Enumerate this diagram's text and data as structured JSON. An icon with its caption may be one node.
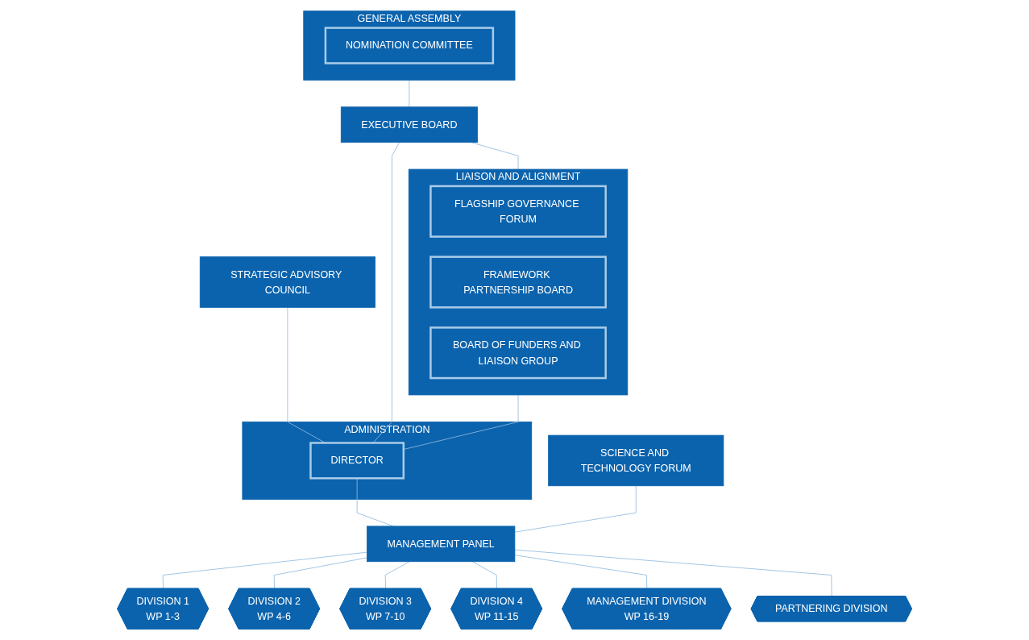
{
  "diagram": {
    "nodes": [
      {
        "text": [
          "GENERAL ASSEMBLY"
        ]
      },
      {
        "text": [
          "NOMINATION COMMITTEE"
        ],
        "in": 0
      },
      {
        "text": [
          "STRATEGIC ADVISORY COUNCIL"
        ]
      },
      {
        "text": [
          "EXECUTIVE BOARD"
        ]
      },
      {
        "text": [
          "ADMINISTRATION"
        ]
      },
      {
        "text": [
          "DIRECTOR"
        ],
        "in": 4
      },
      {
        "text": [
          "LIAISON AND ALIGNMENT"
        ]
      },
      {
        "text": [
          "FLAGSHIP GOVERNANCE FORUM"
        ],
        "in": 6
      },
      {
        "text": [
          "FRAMEWORK PARTNERSHIP BOARD"
        ],
        "in": 6
      },
      {
        "text": [
          "BOARD OF FUNDERS AND LIAISON GROUP"
        ],
        "in": 6
      },
      {
        "text": [
          "SCIENCE AND TECHNOLOGY FORUM"
        ]
      },
      {
        "text": [
          "MANAGEMENT PANEL"
        ]
      },
      {
        "text": [
          "DIVISION 1",
          "WP 1-3"
        ]
      },
      {
        "text": [
          "DIVISION 2",
          "WP 4-6"
        ]
      },
      {
        "text": [
          "DIVISION 3",
          "WP 7-10"
        ]
      },
      {
        "text": [
          "DIVISION 4",
          "WP 11-15"
        ]
      },
      {
        "text": [
          "MANAGEMENT DIVISION",
          "WP 16-19"
        ]
      },
      {
        "text": [
          "PARTNERING DIVISION"
        ]
      }
    ],
    "edges": [
      {
        "from": 0,
        "to": 3,
        "arrow": "none"
      },
      {
        "from": 2,
        "to": 5,
        "arrow": "none"
      },
      {
        "from": 3,
        "to": 5,
        "arrow": "none"
      },
      {
        "from": 3,
        "to": 6,
        "arrow": "none"
      },
      {
        "from": 6,
        "to": 5,
        "arrow": "none"
      },
      {
        "from": 5,
        "to": 11,
        "arrow": "none"
      },
      {
        "from": 10,
        "to": 11,
        "arrow": "none"
      },
      {
        "from": 11,
        "to": 12,
        "arrow": "none"
      },
      {
        "from": 11,
        "to": 13,
        "arrow": "none"
      },
      {
        "from": 11,
        "to": 14,
        "arrow": "none"
      },
      {
        "from": 11,
        "to": 15,
        "arrow": "none"
      },
      {
        "from": 11,
        "to": 16,
        "arrow": "none"
      },
      {
        "from": 11,
        "to": 17,
        "arrow": "none"
      }
    ]
  }
}
